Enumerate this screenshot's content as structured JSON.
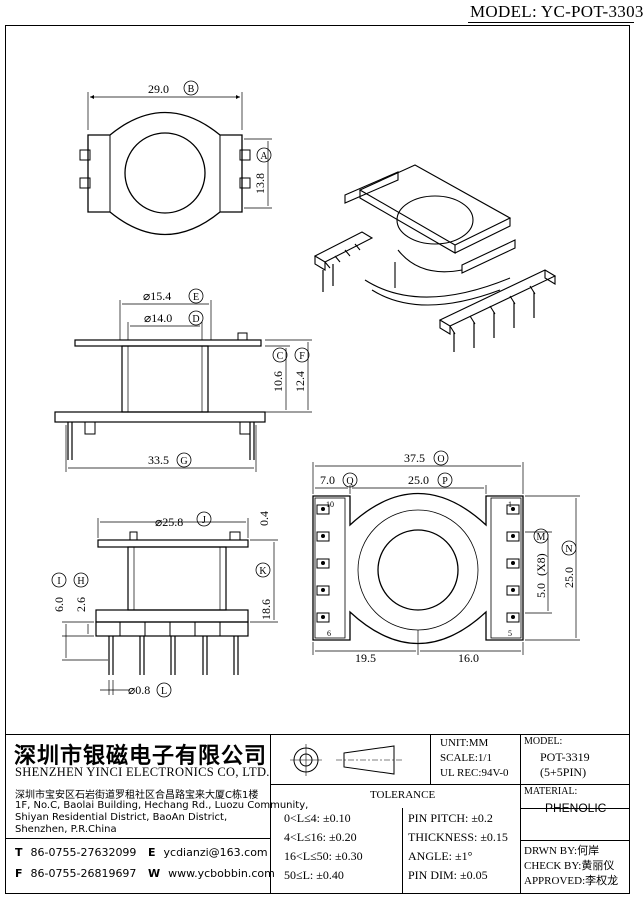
{
  "header": {
    "model_title": "MODEL: YC-POT-3303"
  },
  "dimensions": {
    "top_width": "29.0",
    "top_width_tag": "B",
    "top_height": "13.8",
    "top_height_tag": "A",
    "outer_dia": "⌀15.4",
    "outer_dia_tag": "E",
    "inner_dia": "⌀14.0",
    "inner_dia_tag": "D",
    "body_height_c": "10.6",
    "body_height_c_tag": "C",
    "body_height_f": "12.4",
    "body_height_f_tag": "F",
    "base_width": "33.5",
    "base_width_tag": "G",
    "overall_width": "37.5",
    "overall_width_tag": "O",
    "edge_q": "7.0",
    "edge_q_tag": "Q",
    "span_p": "25.0",
    "span_p_tag": "P",
    "pitch_m": "5.0",
    "pitch_m_count": "(X8)",
    "pitch_m_tag": "M",
    "height_n": "25.0",
    "height_n_tag": "N",
    "pin_left_num_top": "10",
    "pin_left_num_bottom": "6",
    "pin_right_num_top": "1",
    "pin_right_num_bottom": "5",
    "bottom_left_dim": "19.5",
    "bottom_right_dim": "16.0",
    "flange_dia": "⌀25.8",
    "flange_dia_tag": "J",
    "flange_thk": "0.4",
    "height_k": "18.6",
    "height_k_tag": "K",
    "pin_len_i": "6.0",
    "pin_len_i_tag": "I",
    "pin_len_h": "2.6",
    "pin_len_h_tag": "H",
    "pin_dia": "⌀0.8",
    "pin_dia_tag": "L"
  },
  "title_block": {
    "company_cn": "深圳市银磁电子有限公司",
    "company_en": "SHENZHEN YINCI ELECTRONICS CO, LTD.",
    "address_cn": "深圳市宝安区石岩街道罗租社区合昌路宝来大厦C栋1楼",
    "address_en": [
      "1F, No.C, Baolai Building, Hechang Rd., Luozu Community,",
      "Shiyan Residential District, BaoAn District,",
      "Shenzhen, P.R.China"
    ],
    "tel_label": "T",
    "tel": "86-0755-27632099",
    "fax_label": "F",
    "fax": "86-0755-26819697",
    "email_label": "E",
    "email": "ycdianzi@163.com",
    "web_label": "W",
    "web": "www.ycbobbin.com",
    "unit": "UNIT:MM",
    "scale": "SCALE:1/1",
    "ul_rec": "UL REC:94V-0",
    "model_label": "MODEL:",
    "model_value": "POT-3319",
    "model_pins": "(5+5PIN)",
    "material_label": "MATERIAL:",
    "material_value": "PHENOLIC",
    "tolerance_label": "TOLERANCE",
    "tolerances": [
      "0<L≤4: ±0.10",
      "4<L≤16: ±0.20",
      "16<L≤50: ±0.30",
      "50≤L: ±0.40"
    ],
    "specs": [
      "PIN PITCH: ±0.2",
      "THICKNESS: ±0.15",
      "ANGLE: ±1°",
      "PIN DIM: ±0.05"
    ],
    "drawn_by": "DRWN BY:何岸",
    "check_by": "CHECK BY:黄丽仪",
    "approved": "APPROVED:李权龙"
  }
}
